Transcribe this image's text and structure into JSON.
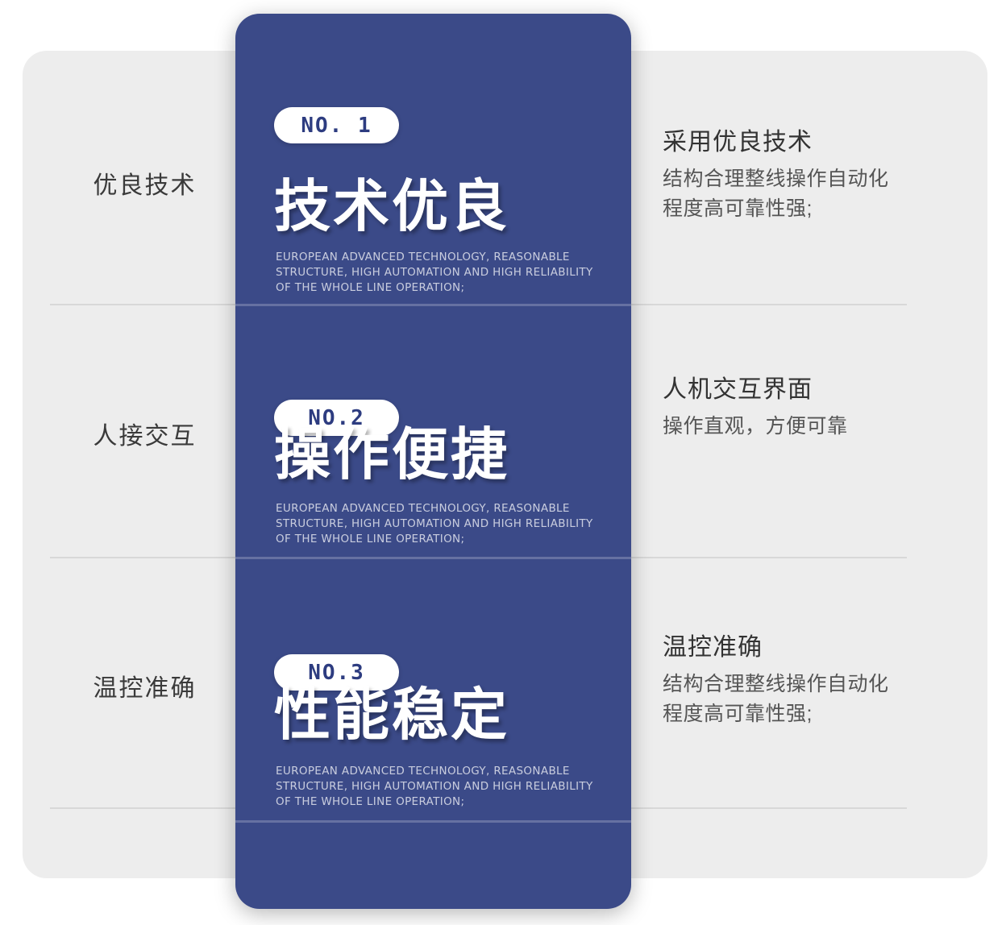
{
  "theme": {
    "card_blue": "#3b4a88",
    "panel_gray": "#ededed",
    "page_background": "#ffffff",
    "badge_text_color": "#2d3c80",
    "divider_color": "#d8d8d8"
  },
  "left_labels": [
    {
      "text": "优良技术"
    },
    {
      "text": "人接交互"
    },
    {
      "text": "温控准确"
    }
  ],
  "cards": [
    {
      "badge": "NO. 1",
      "heading": "技术优良",
      "subtitle_lines": [
        "EUROPEAN ADVANCED TECHNOLOGY, REASONABLE",
        "STRUCTURE, HIGH AUTOMATION AND HIGH RELIABILITY",
        "OF THE WHOLE LINE OPERATION;"
      ]
    },
    {
      "badge": "NO.2",
      "heading": "操作便捷",
      "subtitle_lines": [
        "EUROPEAN ADVANCED TECHNOLOGY, REASONABLE",
        "STRUCTURE, HIGH AUTOMATION AND HIGH RELIABILITY",
        "OF THE WHOLE LINE OPERATION;"
      ]
    },
    {
      "badge": "NO.3",
      "heading": "性能稳定",
      "subtitle_lines": [
        "EUROPEAN ADVANCED TECHNOLOGY, REASONABLE",
        "STRUCTURE, HIGH AUTOMATION AND HIGH RELIABILITY",
        "OF THE WHOLE LINE OPERATION;"
      ]
    }
  ],
  "right_blocks": [
    {
      "title": "采用优良技术",
      "lines": [
        "结构合理整线操作自动化",
        "程度高可靠性强;"
      ]
    },
    {
      "title": "人机交互界面",
      "lines": [
        "操作直观，方便可靠"
      ]
    },
    {
      "title": "温控准确",
      "lines": [
        "结构合理整线操作自动化",
        "程度高可靠性强;"
      ]
    }
  ]
}
